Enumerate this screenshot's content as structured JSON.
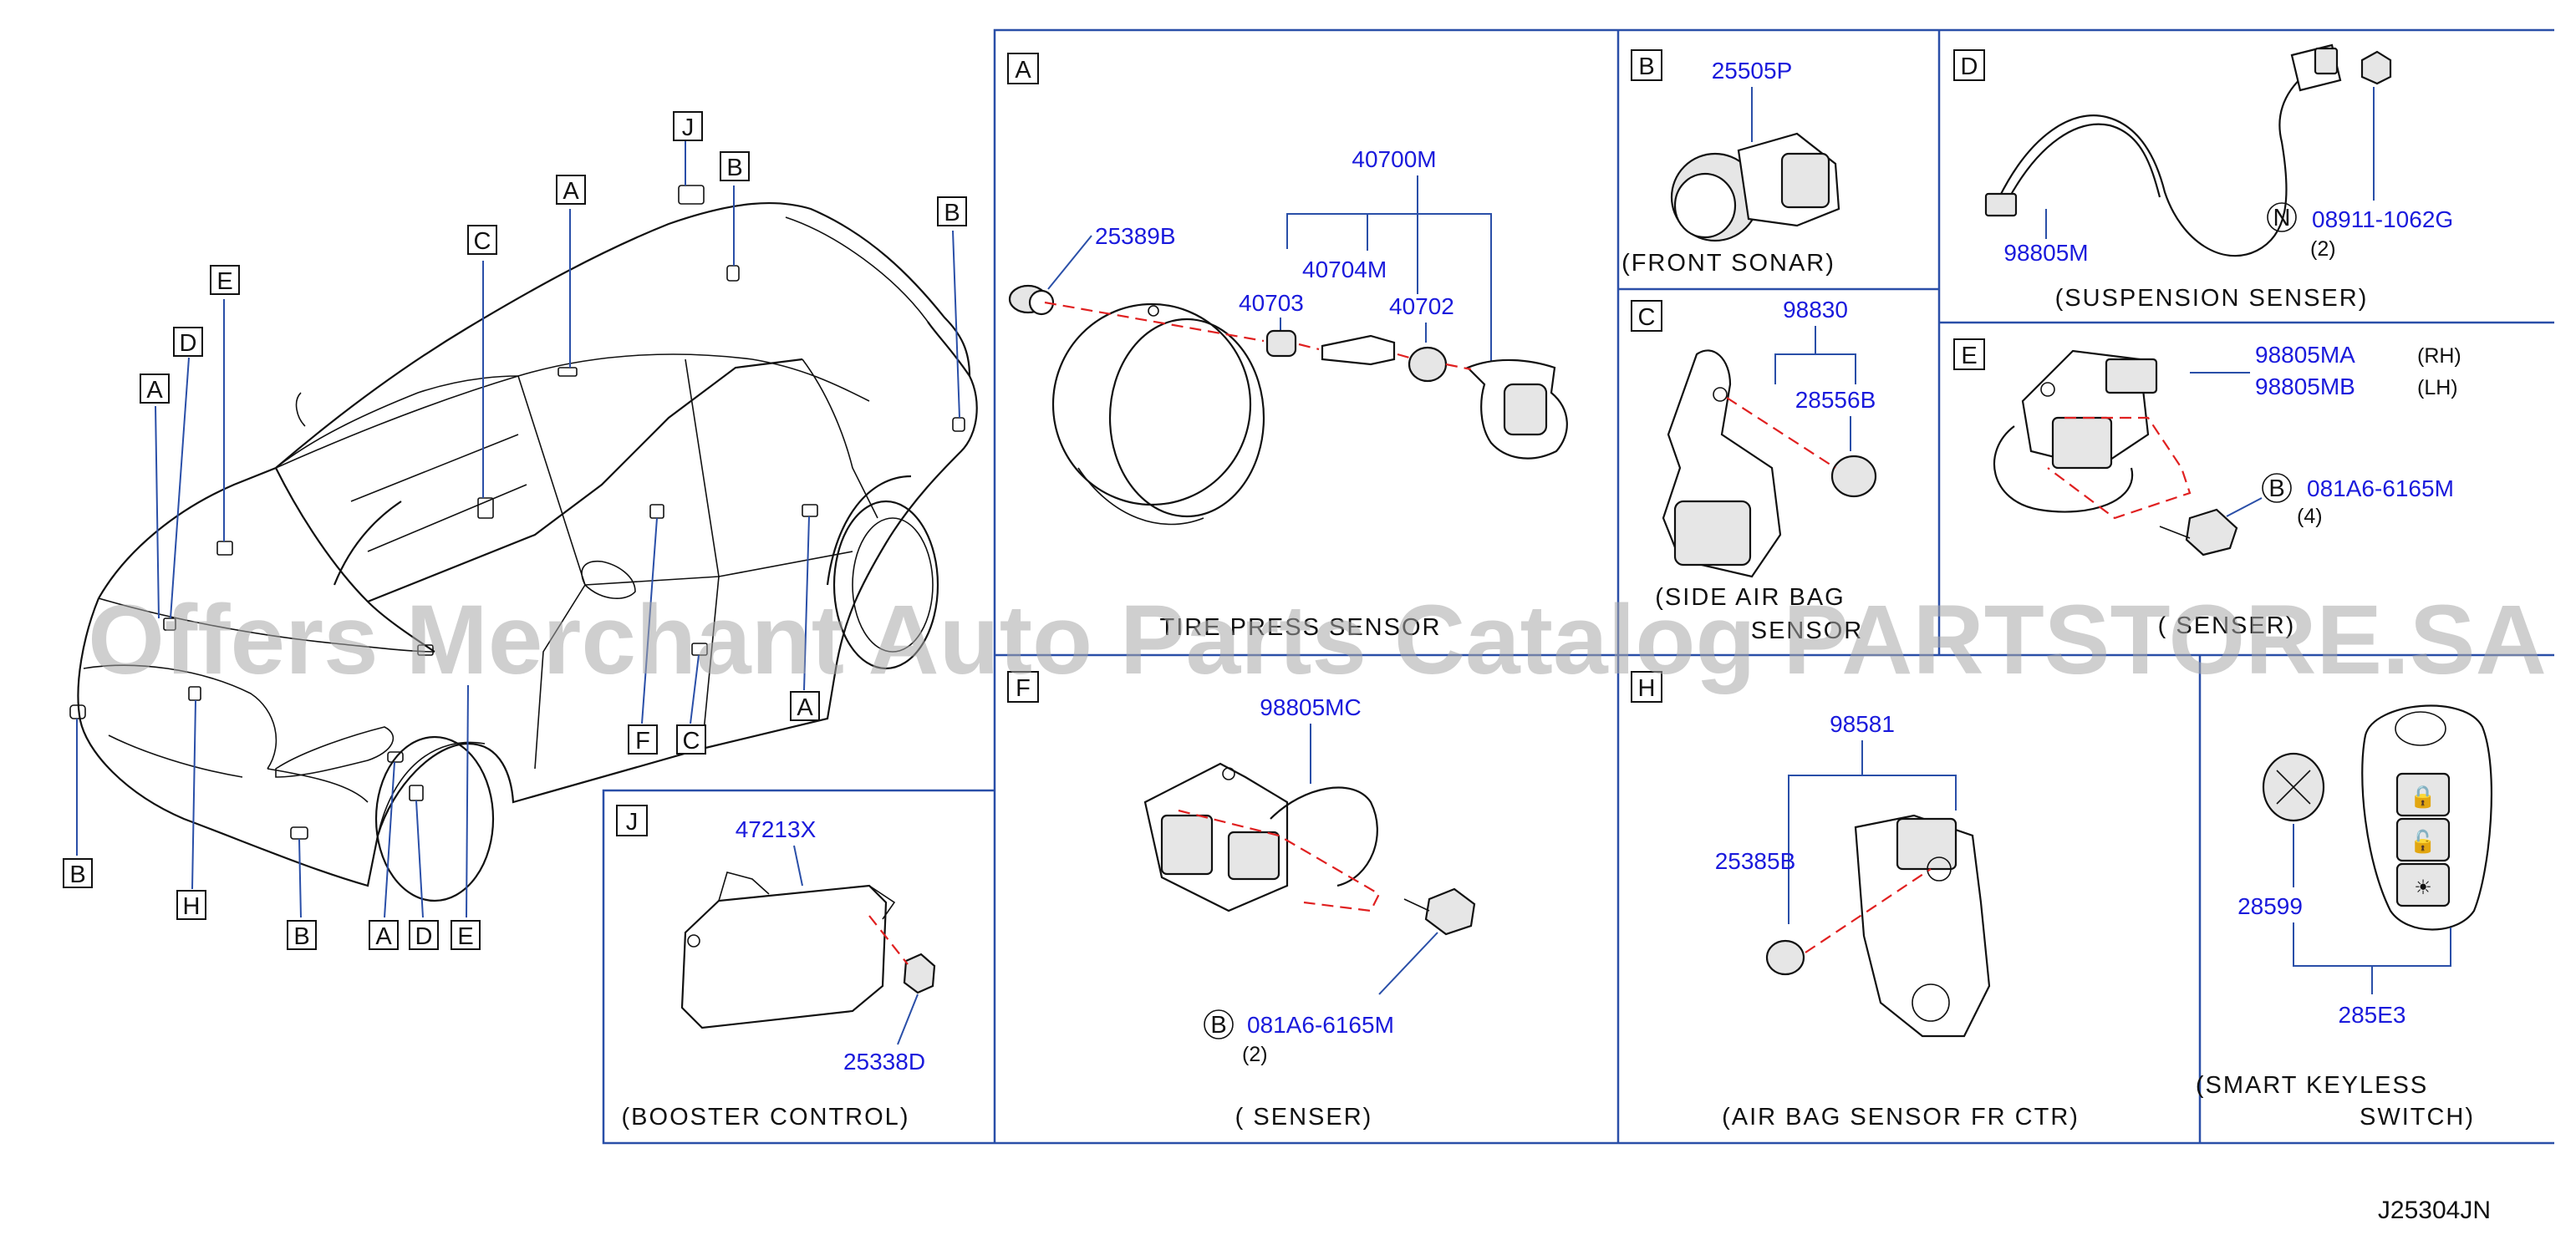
{
  "watermark": "Offers Merchant Auto Parts Catalog PARTSTORE.SA",
  "drawing_code": "J25304JN",
  "car_labels": [
    "J",
    "B",
    "B",
    "A",
    "C",
    "E",
    "D",
    "A",
    "B",
    "H",
    "B",
    "A",
    "D",
    "E",
    "F",
    "C",
    "A"
  ],
  "panels": {
    "A": {
      "letter": "A",
      "caption": "TIRE PRESS SENSOR",
      "parts": [
        "40700M",
        "25389B",
        "40704M",
        "40703",
        "40702"
      ]
    },
    "B": {
      "letter": "B",
      "caption": "(FRONT  SONAR)",
      "parts": [
        "25505P"
      ]
    },
    "C": {
      "letter": "C",
      "caption_l1": "(SIDE  AIR  BAG",
      "caption_l2": "SENSOR",
      "parts": [
        "98830",
        "28556B"
      ]
    },
    "D": {
      "letter": "D",
      "caption": "(SUSPENSION  SENSER)",
      "parts": [
        "98805M",
        "08911-1062G"
      ],
      "ref": "N",
      "qty": "(2)"
    },
    "E": {
      "letter": "E",
      "caption": "(  SENSER)",
      "parts": [
        "98805MA",
        "98805MB",
        "081A6-6165M"
      ],
      "rh": "(RH)",
      "lh": "(LH)",
      "ref": "B",
      "qty": "(4)"
    },
    "F": {
      "letter": "F",
      "caption": "(  SENSER)",
      "parts": [
        "98805MC",
        "081A6-6165M"
      ],
      "ref": "B",
      "qty": "(2)"
    },
    "H": {
      "letter": "H",
      "caption": "(AIR  BAG  SENSOR  FR  CTR)",
      "parts": [
        "98581",
        "25385B"
      ]
    },
    "J": {
      "letter": "J",
      "caption": "(BOOSTER  CONTROL)",
      "parts": [
        "47213X",
        "25338D"
      ]
    },
    "K": {
      "caption_l1": "(SMART  KEYLESS",
      "caption_l2": "SWITCH)",
      "parts": [
        "28599",
        "285E3"
      ]
    }
  }
}
